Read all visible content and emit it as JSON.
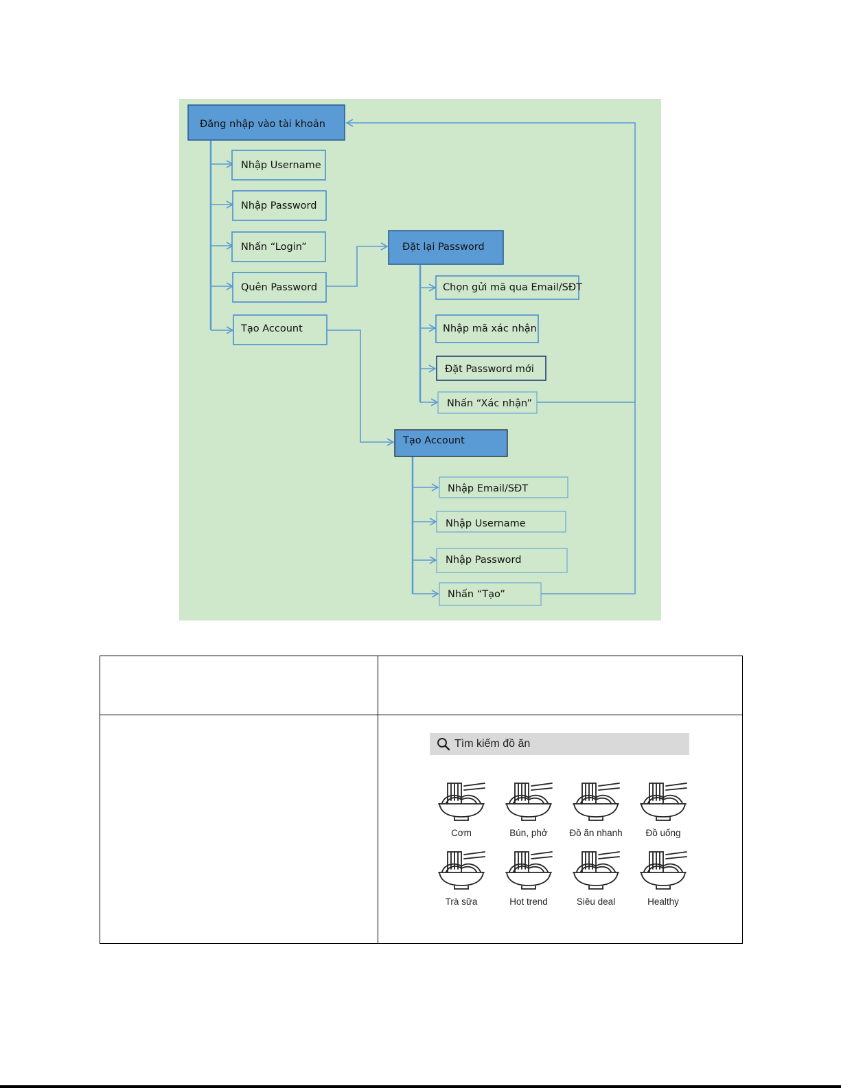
{
  "flow": {
    "root": "Đăng nhập vào tài khoản",
    "login_steps": [
      "Nhập Username",
      "Nhập Password",
      "Nhấn “Login”",
      "Quên Password",
      "Tạo Account"
    ],
    "reset": {
      "title": "Đặt lại Password",
      "steps": [
        "Chọn gửi mã qua Email/SĐT",
        "Nhập mã xác nhận",
        "Đặt Password mới",
        "Nhấn “Xác nhận”"
      ]
    },
    "create": {
      "title": "Tạo Account",
      "steps": [
        "Nhập Email/SĐT",
        "Nhập Username",
        "Nhập Password",
        "Nhấn “Tạo”"
      ]
    },
    "colors": {
      "background": "#cfe7cb",
      "header_fill": "#5b9bd5",
      "line": "#5b9bd5"
    }
  },
  "app": {
    "search_placeholder": "Tìm kiếm đồ ăn",
    "search_icon": "search-icon",
    "category_icon": "noodle-bowl-icon",
    "categories": [
      "Cơm",
      "Bún, phở",
      "Đồ ăn nhanh",
      "Đồ uống",
      "Trà sữa",
      "Hot trend",
      "Siêu deal",
      "Healthy"
    ]
  }
}
